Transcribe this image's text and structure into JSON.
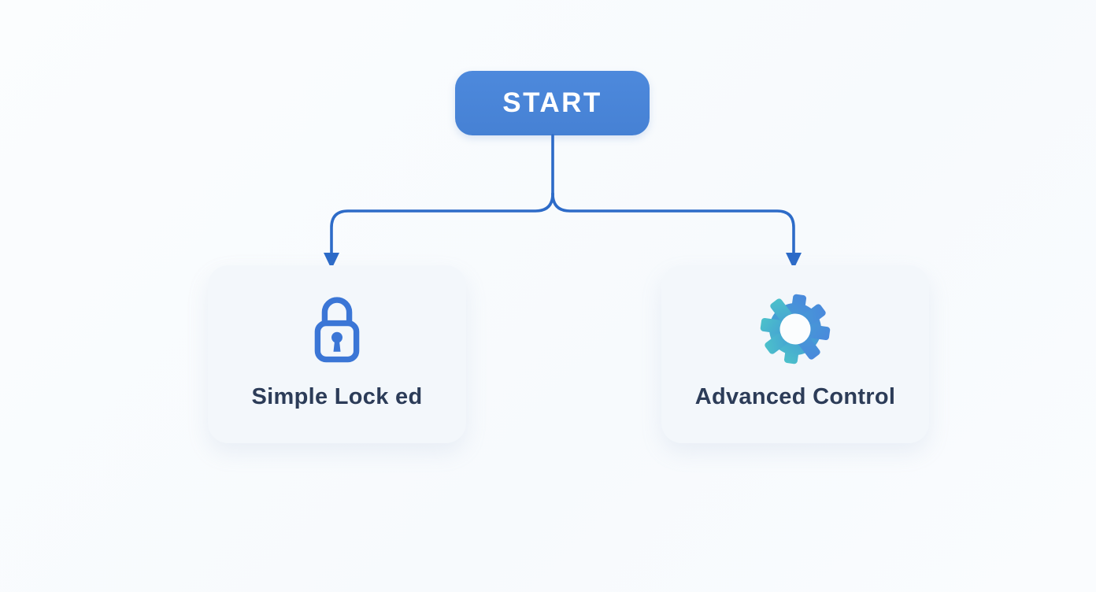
{
  "diagram": {
    "title": "start decision flowchart",
    "start": {
      "label": "START",
      "bg_color": "#4a85d8",
      "text_color": "#ffffff"
    },
    "connector": {
      "color": "#2d6bc8",
      "style": "rounded elbow with solid arrowheads"
    },
    "nodes": [
      {
        "id": "simple-locked",
        "label": "Simple Lock ed",
        "icon": "lock-icon",
        "icon_color": "#3b76d6"
      },
      {
        "id": "advanced-control",
        "label": "Advanced Control",
        "icon": "gear-icon",
        "icon_gradient_start": "#4a86dd",
        "icon_gradient_end": "#4cc5c9"
      }
    ],
    "colors": {
      "background": "#f9fbfd",
      "card_bg": "#f3f7fb",
      "label_text": "#2c3c58"
    }
  }
}
